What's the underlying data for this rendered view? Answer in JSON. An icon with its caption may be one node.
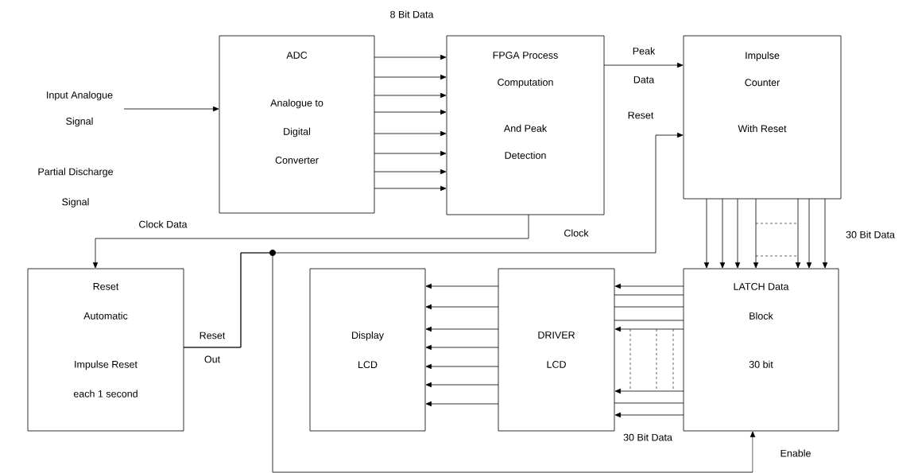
{
  "diagram": {
    "nodes": [
      {
        "text": [
          "Input Analogue Signal"
        ]
      },
      {
        "text": [
          "ADC",
          "Analogue to Digital Converter"
        ]
      },
      {
        "text": [
          "FPGA Process Computation",
          "And Peak Detection"
        ]
      },
      {
        "text": [
          "Impulse Counter",
          "With Reset"
        ]
      },
      {
        "text": [
          "Reset Automatic",
          "Impulse Reset each 1 second"
        ]
      },
      {
        "text": [
          "Display LCD"
        ]
      },
      {
        "text": [
          "DRIVER LCD"
        ]
      },
      {
        "text": [
          "LATCH Data Block",
          "30 bit"
        ]
      }
    ],
    "edges": [
      {
        "from": 0,
        "to": 1,
        "arrow": "to"
      },
      {
        "from": 1,
        "to": 2,
        "arrow": "to",
        "label": "8 Bit Data"
      },
      {
        "from": 1,
        "to": 2,
        "arrow": "to"
      },
      {
        "from": 1,
        "to": 2,
        "arrow": "to"
      },
      {
        "from": 1,
        "to": 2,
        "arrow": "to"
      },
      {
        "from": 1,
        "to": 2,
        "arrow": "to"
      },
      {
        "from": 1,
        "to": 2,
        "arrow": "to"
      },
      {
        "from": 1,
        "to": 2,
        "arrow": "to"
      },
      {
        "from": 1,
        "to": 2,
        "arrow": "to"
      },
      {
        "from": 2,
        "to": 3,
        "arrow": "to",
        "label": "Peak Data"
      },
      {
        "from": 2,
        "to": 4,
        "arrow": "to",
        "label": "Clock Data"
      },
      {
        "from": 4,
        "to": 3,
        "arrow": "to",
        "label": "Reset Out"
      },
      {
        "from": 4,
        "to": 7,
        "arrow": "to",
        "label": "Enable"
      },
      {
        "from": 3,
        "to": 7,
        "arrow": "to"
      },
      {
        "from": 3,
        "to": 7,
        "arrow": "to"
      },
      {
        "from": 3,
        "to": 7,
        "arrow": "to"
      },
      {
        "from": 3,
        "to": 7,
        "arrow": "to"
      },
      {
        "from": 3,
        "to": 7,
        "arrow": "to"
      },
      {
        "from": 3,
        "to": 7,
        "arrow": "to"
      },
      {
        "from": 3,
        "to": 7,
        "arrow": "to",
        "label": "30 Bit Data"
      },
      {
        "from": 7,
        "to": 6,
        "arrow": "to"
      },
      {
        "from": 7,
        "to": 6,
        "arrow": "none"
      },
      {
        "from": 7,
        "to": 6,
        "arrow": "none"
      },
      {
        "from": 7,
        "to": 6,
        "arrow": "none"
      },
      {
        "from": 7,
        "to": 6,
        "arrow": "to"
      },
      {
        "from": 7,
        "to": 6,
        "arrow": "to"
      },
      {
        "from": 7,
        "to": 6,
        "arrow": "none"
      },
      {
        "from": 7,
        "to": 6,
        "arrow": "to",
        "label": "30 Bit Data"
      },
      {
        "from": 6,
        "to": 5,
        "arrow": "to"
      },
      {
        "from": 6,
        "to": 5,
        "arrow": "to"
      },
      {
        "from": 6,
        "to": 5,
        "arrow": "to"
      },
      {
        "from": 6,
        "to": 5,
        "arrow": "to"
      },
      {
        "from": 6,
        "to": 5,
        "arrow": "to"
      },
      {
        "from": 6,
        "to": 5,
        "arrow": "to"
      },
      {
        "from": 6,
        "to": 5,
        "arrow": "to"
      }
    ],
    "labels": [
      "Partial Discharge Signal",
      "Clock",
      "Reset"
    ]
  }
}
